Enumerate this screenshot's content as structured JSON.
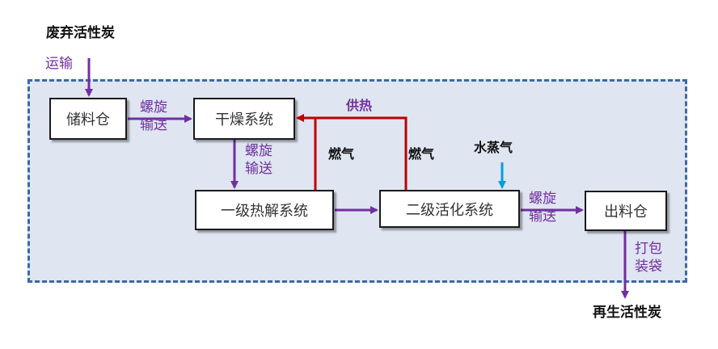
{
  "input_label": "废弃活性炭",
  "output_label": "再生活性炭",
  "transport_in": "运输",
  "boxes": {
    "storage": "储料仓",
    "drying": "干燥系统",
    "pyrolysis": "一级热解系统",
    "activation": "二级活化系统",
    "outlet": "出料仓"
  },
  "conveyor": {
    "line1": "螺旋",
    "line2": "输送"
  },
  "packing": {
    "line1": "打包",
    "line2": "装袋"
  },
  "heat_supply": "供热",
  "fuel_gas": "燃气",
  "steam": "水蒸气",
  "colors": {
    "region_fill": "#dfe5f1",
    "region_border": "#3b6aa6",
    "material_arrow": "#7030a0",
    "heat_arrow": "#c00000",
    "steam_arrow": "#00a0e0"
  }
}
